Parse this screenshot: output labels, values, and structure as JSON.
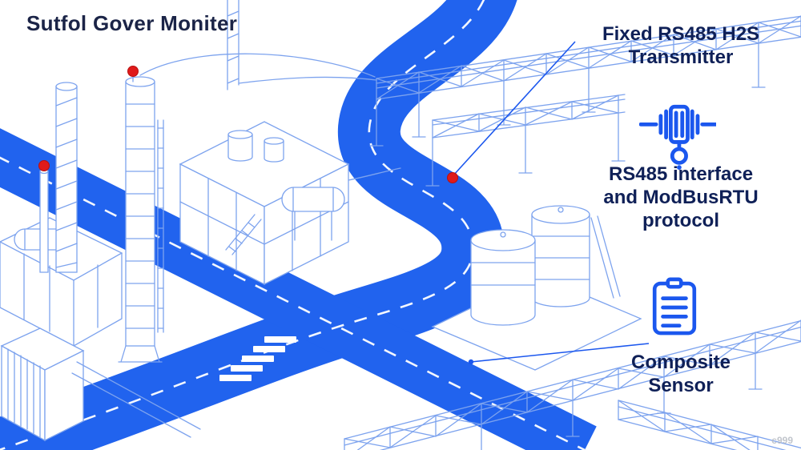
{
  "title": "Sutfol Gover Moniter",
  "callouts": {
    "transmitter": {
      "line1": "Fixed RS485 H2S",
      "line2": "Transmitter"
    },
    "interface": {
      "line1": "RS485 interface",
      "line2": "and ModBusRTU",
      "line3": "protocol"
    },
    "sensor": {
      "line1": "Composite",
      "line2": "Sensor"
    }
  },
  "icons": {
    "transmitter": "rs485-transmitter-icon",
    "sensor": "composite-sensor-document-icon",
    "markers": "red-dot-marker"
  },
  "colors": {
    "background": "#ffffff",
    "road_blue": "#2163ee",
    "lineart_blue": "#7da3ee",
    "accent_blue": "#1b57ee",
    "marker_red": "#e01a1a",
    "title_color": "#1b2447",
    "label_color": "#0f2057",
    "watermark_color": "#b7bcc4"
  },
  "watermark": "c999"
}
